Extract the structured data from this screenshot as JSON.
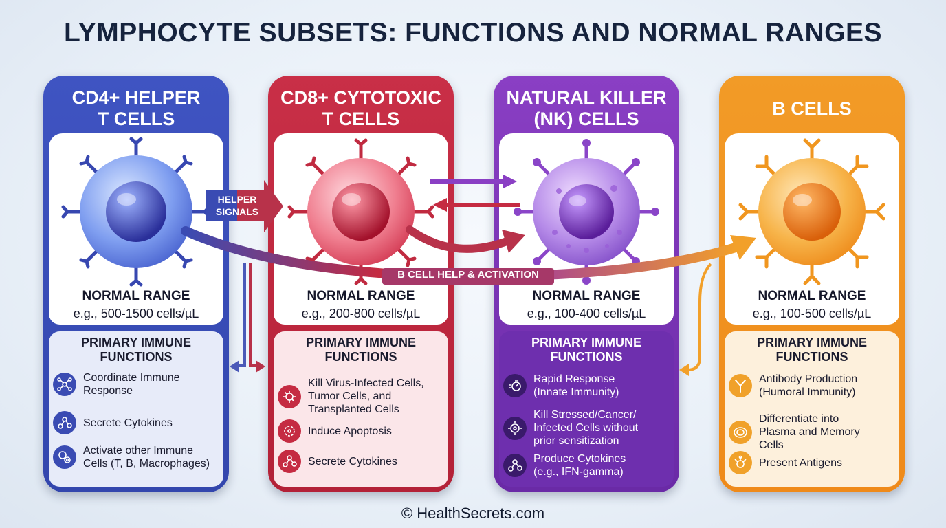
{
  "title": "LYMPHOCYTE SUBSETS: FUNCTIONS AND NORMAL RANGES",
  "footer": "© HealthSecrets.com",
  "arrows": {
    "helper_signals": "HELPER\nSIGNALS",
    "b_cell_help": "B CELL HELP & ACTIVATION"
  },
  "colors": {
    "cd4": "#3a4bb3",
    "cd8": "#c52b42",
    "nk": "#7a35b8",
    "b": "#f0961f"
  },
  "cards": {
    "cd4": {
      "header": "CD4+ HELPER\nT CELLS",
      "range_label": "NORMAL RANGE",
      "range_value": "e.g., 500-1500 cells/µL",
      "functions_title": "PRIMARY IMMUNE\nFUNCTIONS",
      "functions": [
        {
          "text": "Coordinate Immune\nResponse",
          "icon": "network-nodes-icon"
        },
        {
          "text": "Secrete Cytokines",
          "icon": "molecule-icon"
        },
        {
          "text": "Activate other Immune\nCells (T, B, Macrophages)",
          "icon": "gear-cells-icon"
        }
      ]
    },
    "cd8": {
      "header": "CD8+ CYTOTOXIC\nT CELLS",
      "range_label": "NORMAL RANGE",
      "range_value": "e.g., 200-800 cells/µL",
      "functions_title": "PRIMARY IMMUNE\nFUNCTIONS",
      "functions": [
        {
          "text": "Kill Virus-Infected Cells,\nTumor Cells, and\nTransplanted Cells",
          "icon": "virus-icon"
        },
        {
          "text": "Induce Apoptosis",
          "icon": "apoptosis-icon"
        },
        {
          "text": "Secrete Cytokines",
          "icon": "molecule-icon"
        }
      ]
    },
    "nk": {
      "header": "NATURAL KILLER\n(NK) CELLS",
      "range_label": "NORMAL RANGE",
      "range_value": "e.g., 100-400 cells/µL",
      "functions_title": "PRIMARY IMMUNE\nFUNCTIONS",
      "functions": [
        {
          "text": "Rapid Response\n(Innate Immunity)",
          "icon": "stopwatch-icon"
        },
        {
          "text": "Kill Stressed/Cancer/\nInfected Cells without\nprior sensitization",
          "icon": "target-cell-icon"
        },
        {
          "text": "Produce Cytokines\n(e.g., IFN-gamma)",
          "icon": "molecule-icon"
        }
      ]
    },
    "b": {
      "header": "B CELLS",
      "range_label": "NORMAL RANGE",
      "range_value": "e.g., 100-500 cells/µL",
      "functions_title": "PRIMARY IMMUNE\nFUNCTIONS",
      "functions": [
        {
          "text": "Antibody Production\n(Humoral Immunity)",
          "icon": "antibody-icon"
        },
        {
          "text": "Differentiate into\nPlasma and Memory\nCells",
          "icon": "plasma-cell-icon"
        },
        {
          "text": "Present Antigens",
          "icon": "antigen-icon"
        }
      ]
    }
  }
}
